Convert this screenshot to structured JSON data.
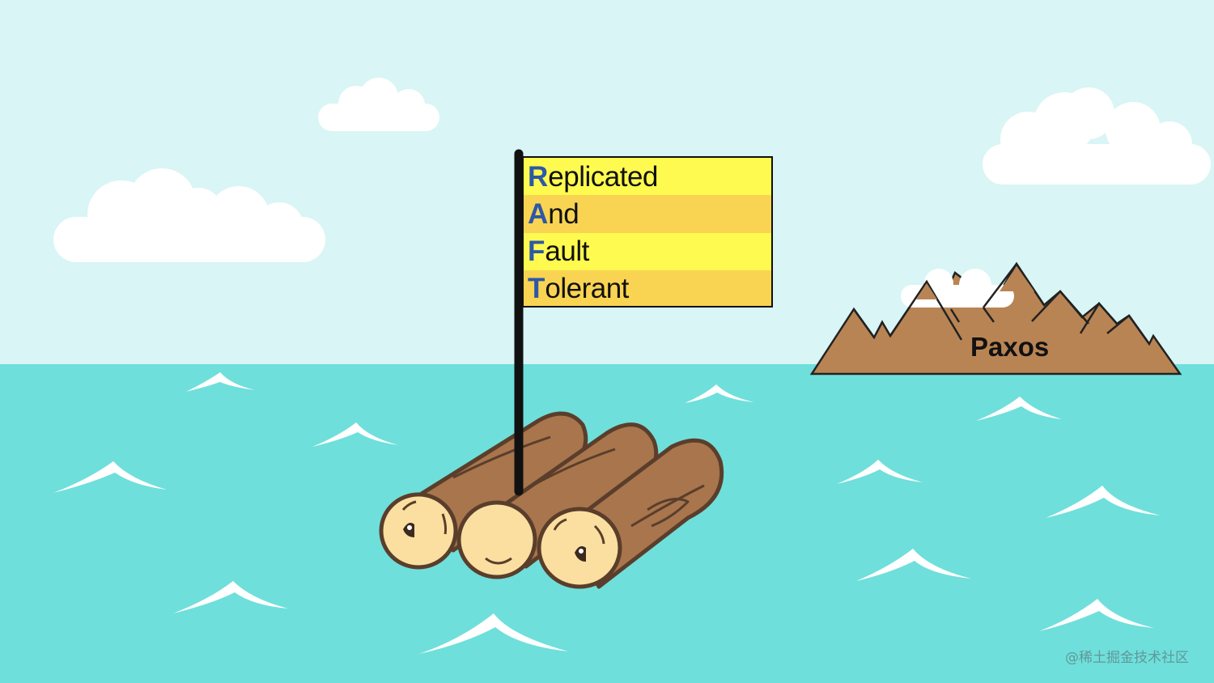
{
  "flag": {
    "rows": [
      {
        "initial": "R",
        "rest": "eplicated"
      },
      {
        "initial": "A",
        "rest": "nd"
      },
      {
        "initial": "F",
        "rest": "ault"
      },
      {
        "initial": "T",
        "rest": "olerant"
      }
    ]
  },
  "island": {
    "label": "Paxos"
  },
  "watermark": {
    "text": "@稀土掘金技术社区"
  },
  "colors": {
    "sky": "#d9f5f5",
    "sea": "#6fdfdb",
    "flag_yellow": "#fffa4f",
    "flag_orange": "#f9d452",
    "initial_blue": "#2e58a6",
    "mountain": "#b98453",
    "log_bark": "#a8754d",
    "log_end": "#fbdfa0"
  }
}
